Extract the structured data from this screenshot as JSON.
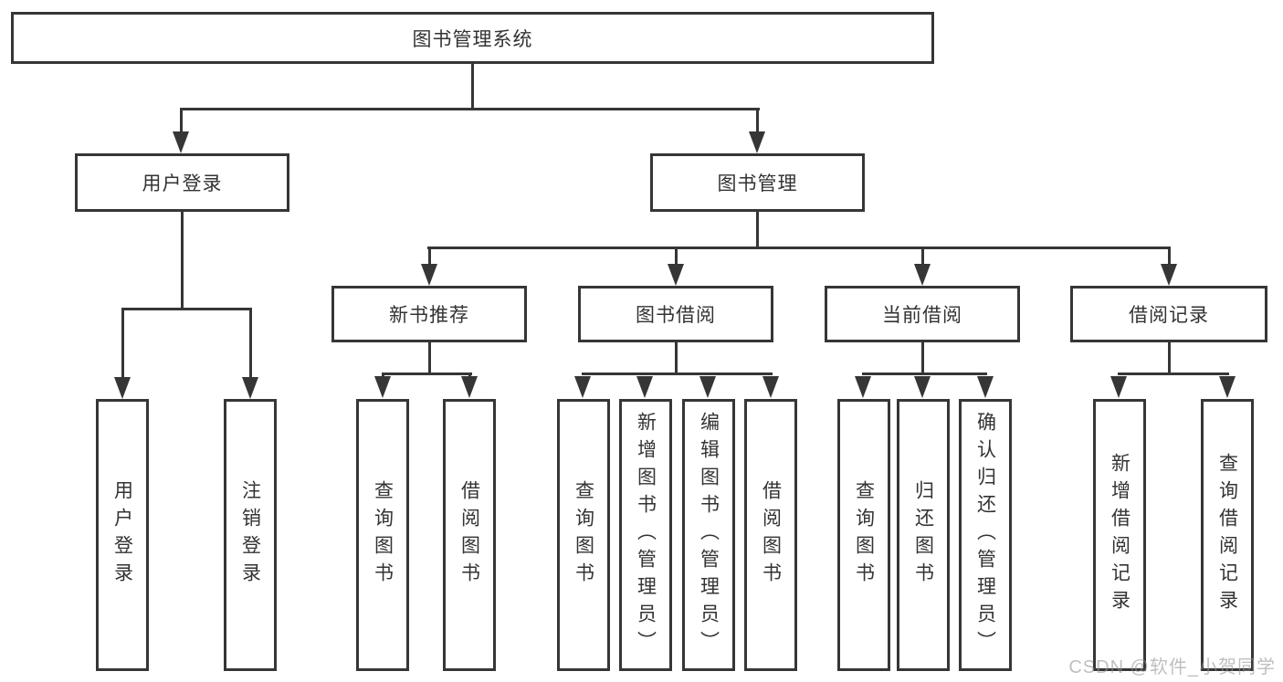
{
  "diagram": {
    "title": "图书管理系统",
    "root": "图书管理系统",
    "user_login": {
      "label": "用户登录",
      "children": {
        "login": "用户登录",
        "logout": "注销登录"
      }
    },
    "book_mgmt": {
      "label": "图书管理",
      "new_books": {
        "label": "新书推荐",
        "children": {
          "query": "查询图书",
          "borrow": "借阅图书"
        }
      },
      "borrowing": {
        "label": "图书借阅",
        "children": {
          "query": "查询图书",
          "add": "新增图书（管理员）",
          "edit": "编辑图书（管理员）",
          "borrow": "借阅图书"
        }
      },
      "current": {
        "label": "当前借阅",
        "children": {
          "query": "查询图书",
          "return": "归还图书",
          "confirm": "确认归还（管理员）"
        }
      },
      "records": {
        "label": "借阅记录",
        "children": {
          "add": "新增借阅记录",
          "query": "查询借阅记录"
        }
      }
    }
  },
  "watermark": "CSDN @软件_小贺同学",
  "colors": {
    "line": "#363636",
    "text": "#333333",
    "watermark": "#c0c0c0",
    "background": "#ffffff"
  }
}
